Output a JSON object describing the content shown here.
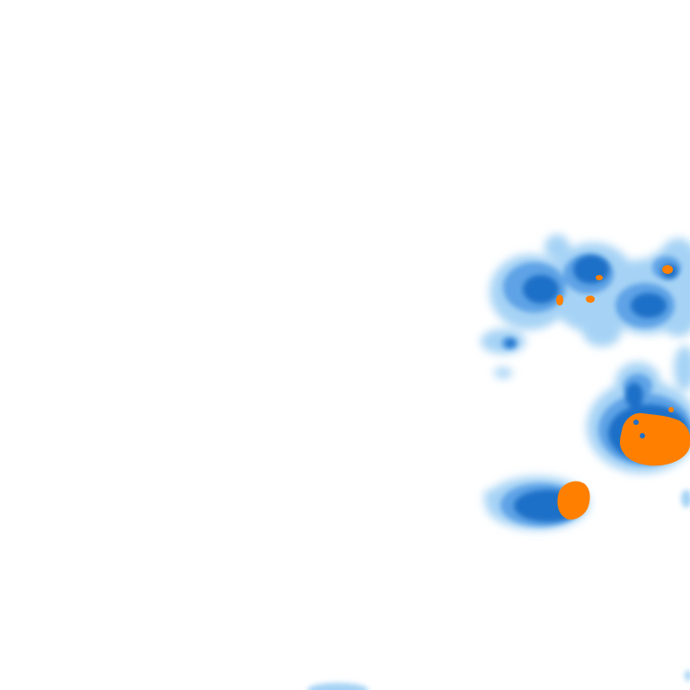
{
  "map": {
    "background_color": "#ffffff",
    "legend_shown": false,
    "layer": "precipitation",
    "intensity_levels": [
      {
        "level": "light",
        "color": "#a6d3f5"
      },
      {
        "level": "moderate",
        "color": "#5ea3e6"
      },
      {
        "level": "heavy",
        "color": "#1f6fc7"
      },
      {
        "level": "intense",
        "color": "#ff8000"
      }
    ]
  }
}
